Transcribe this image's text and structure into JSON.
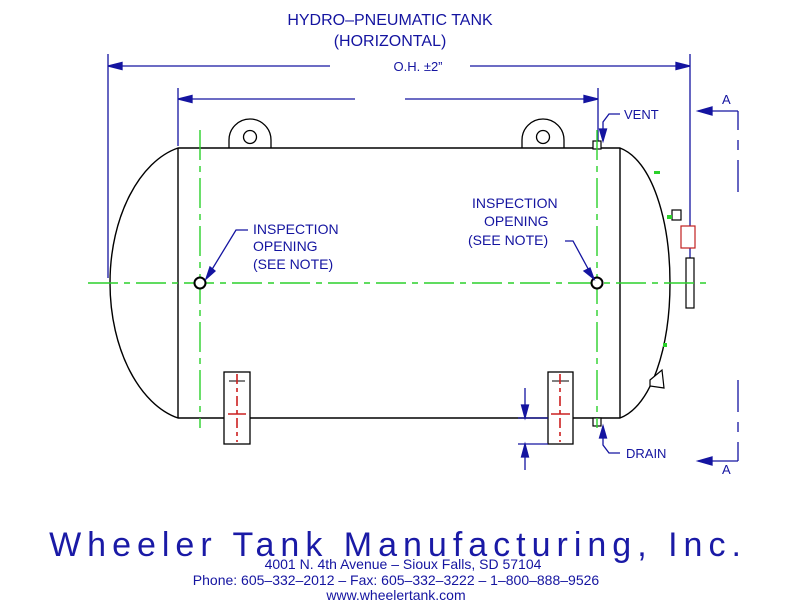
{
  "title": {
    "line1": "HYDRO–PNEUMATIC TANK",
    "line2": "(HORIZONTAL)"
  },
  "dimensions": {
    "overall_height": "O.H. ±2”"
  },
  "labels": {
    "vent": "VENT",
    "drain": "DRAIN",
    "section_top": "A",
    "section_bottom": "A",
    "inspection_left": [
      "INSPECTION",
      "OPENING",
      "(SEE NOTE)"
    ],
    "inspection_right": [
      "INSPECTION",
      "OPENING",
      "(SEE NOTE)"
    ]
  },
  "footer": {
    "company": "Wheeler Tank Manufacturing, Inc.",
    "address": "4001 N. 4th Avenue  –  Sioux Falls, SD 57104",
    "phone": "Phone: 605–332–2012  –  Fax: 605–332–3222  –  1–800–888–9526",
    "website": "www.wheelertank.com"
  },
  "colors": {
    "dimension_blue": "#1414a0",
    "centerline_green": "#2bd12b",
    "outline_black": "#000000",
    "saddle_red": "#cc2020"
  }
}
